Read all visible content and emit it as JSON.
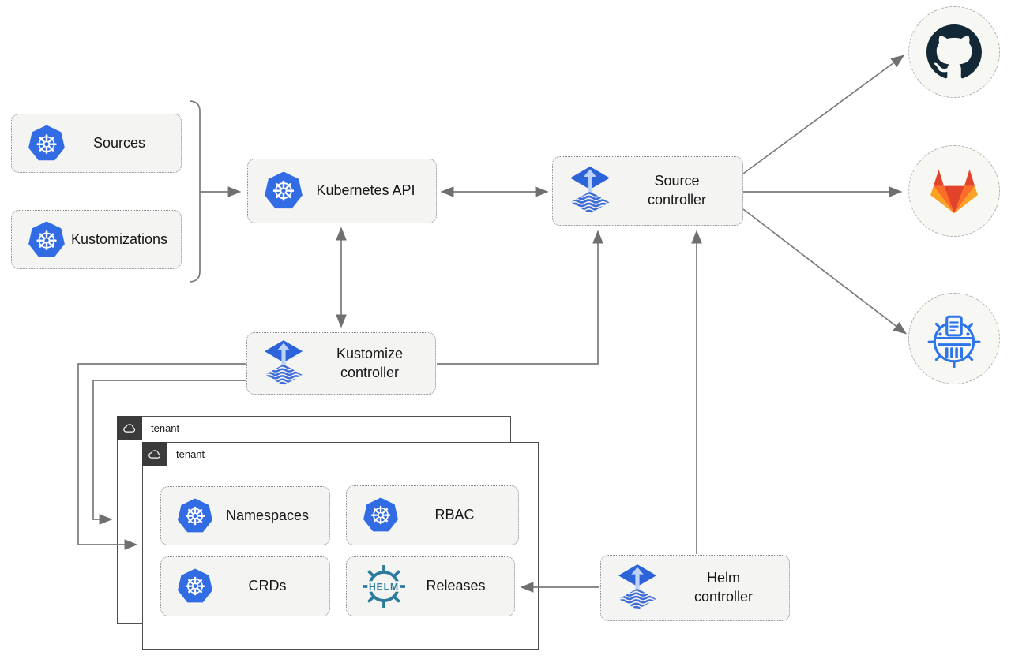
{
  "diagram": {
    "nodes": {
      "sources": "Sources",
      "kustomizations": "Kustomizations",
      "kubernetes_api": "Kubernetes API",
      "source_controller": "Source controller",
      "kustomize_controller": "Kustomize controller",
      "helm_controller": "Helm controller",
      "namespaces": "Namespaces",
      "rbac": "RBAC",
      "crds": "CRDs",
      "releases": "Releases"
    },
    "groups": {
      "outer_tenant": "tenant",
      "inner_tenant": "tenant"
    },
    "icons": {
      "kubernetes_wheel": "☸",
      "helm_logo_text": "HELM"
    },
    "colors": {
      "kubernetes_blue": "#326ce5",
      "flux_blue": "#2c63d9",
      "flux_arrow_light": "#bcd3f7",
      "helm_teal": "#2b7b9d",
      "github_dark": "#132837",
      "gitlab_red": "#e24329",
      "gitlab_orange": "#fc6d26",
      "gitlab_yellow": "#fca326",
      "harbor_blue": "#2e75ea",
      "connector_gray": "#7a7a7a"
    }
  }
}
